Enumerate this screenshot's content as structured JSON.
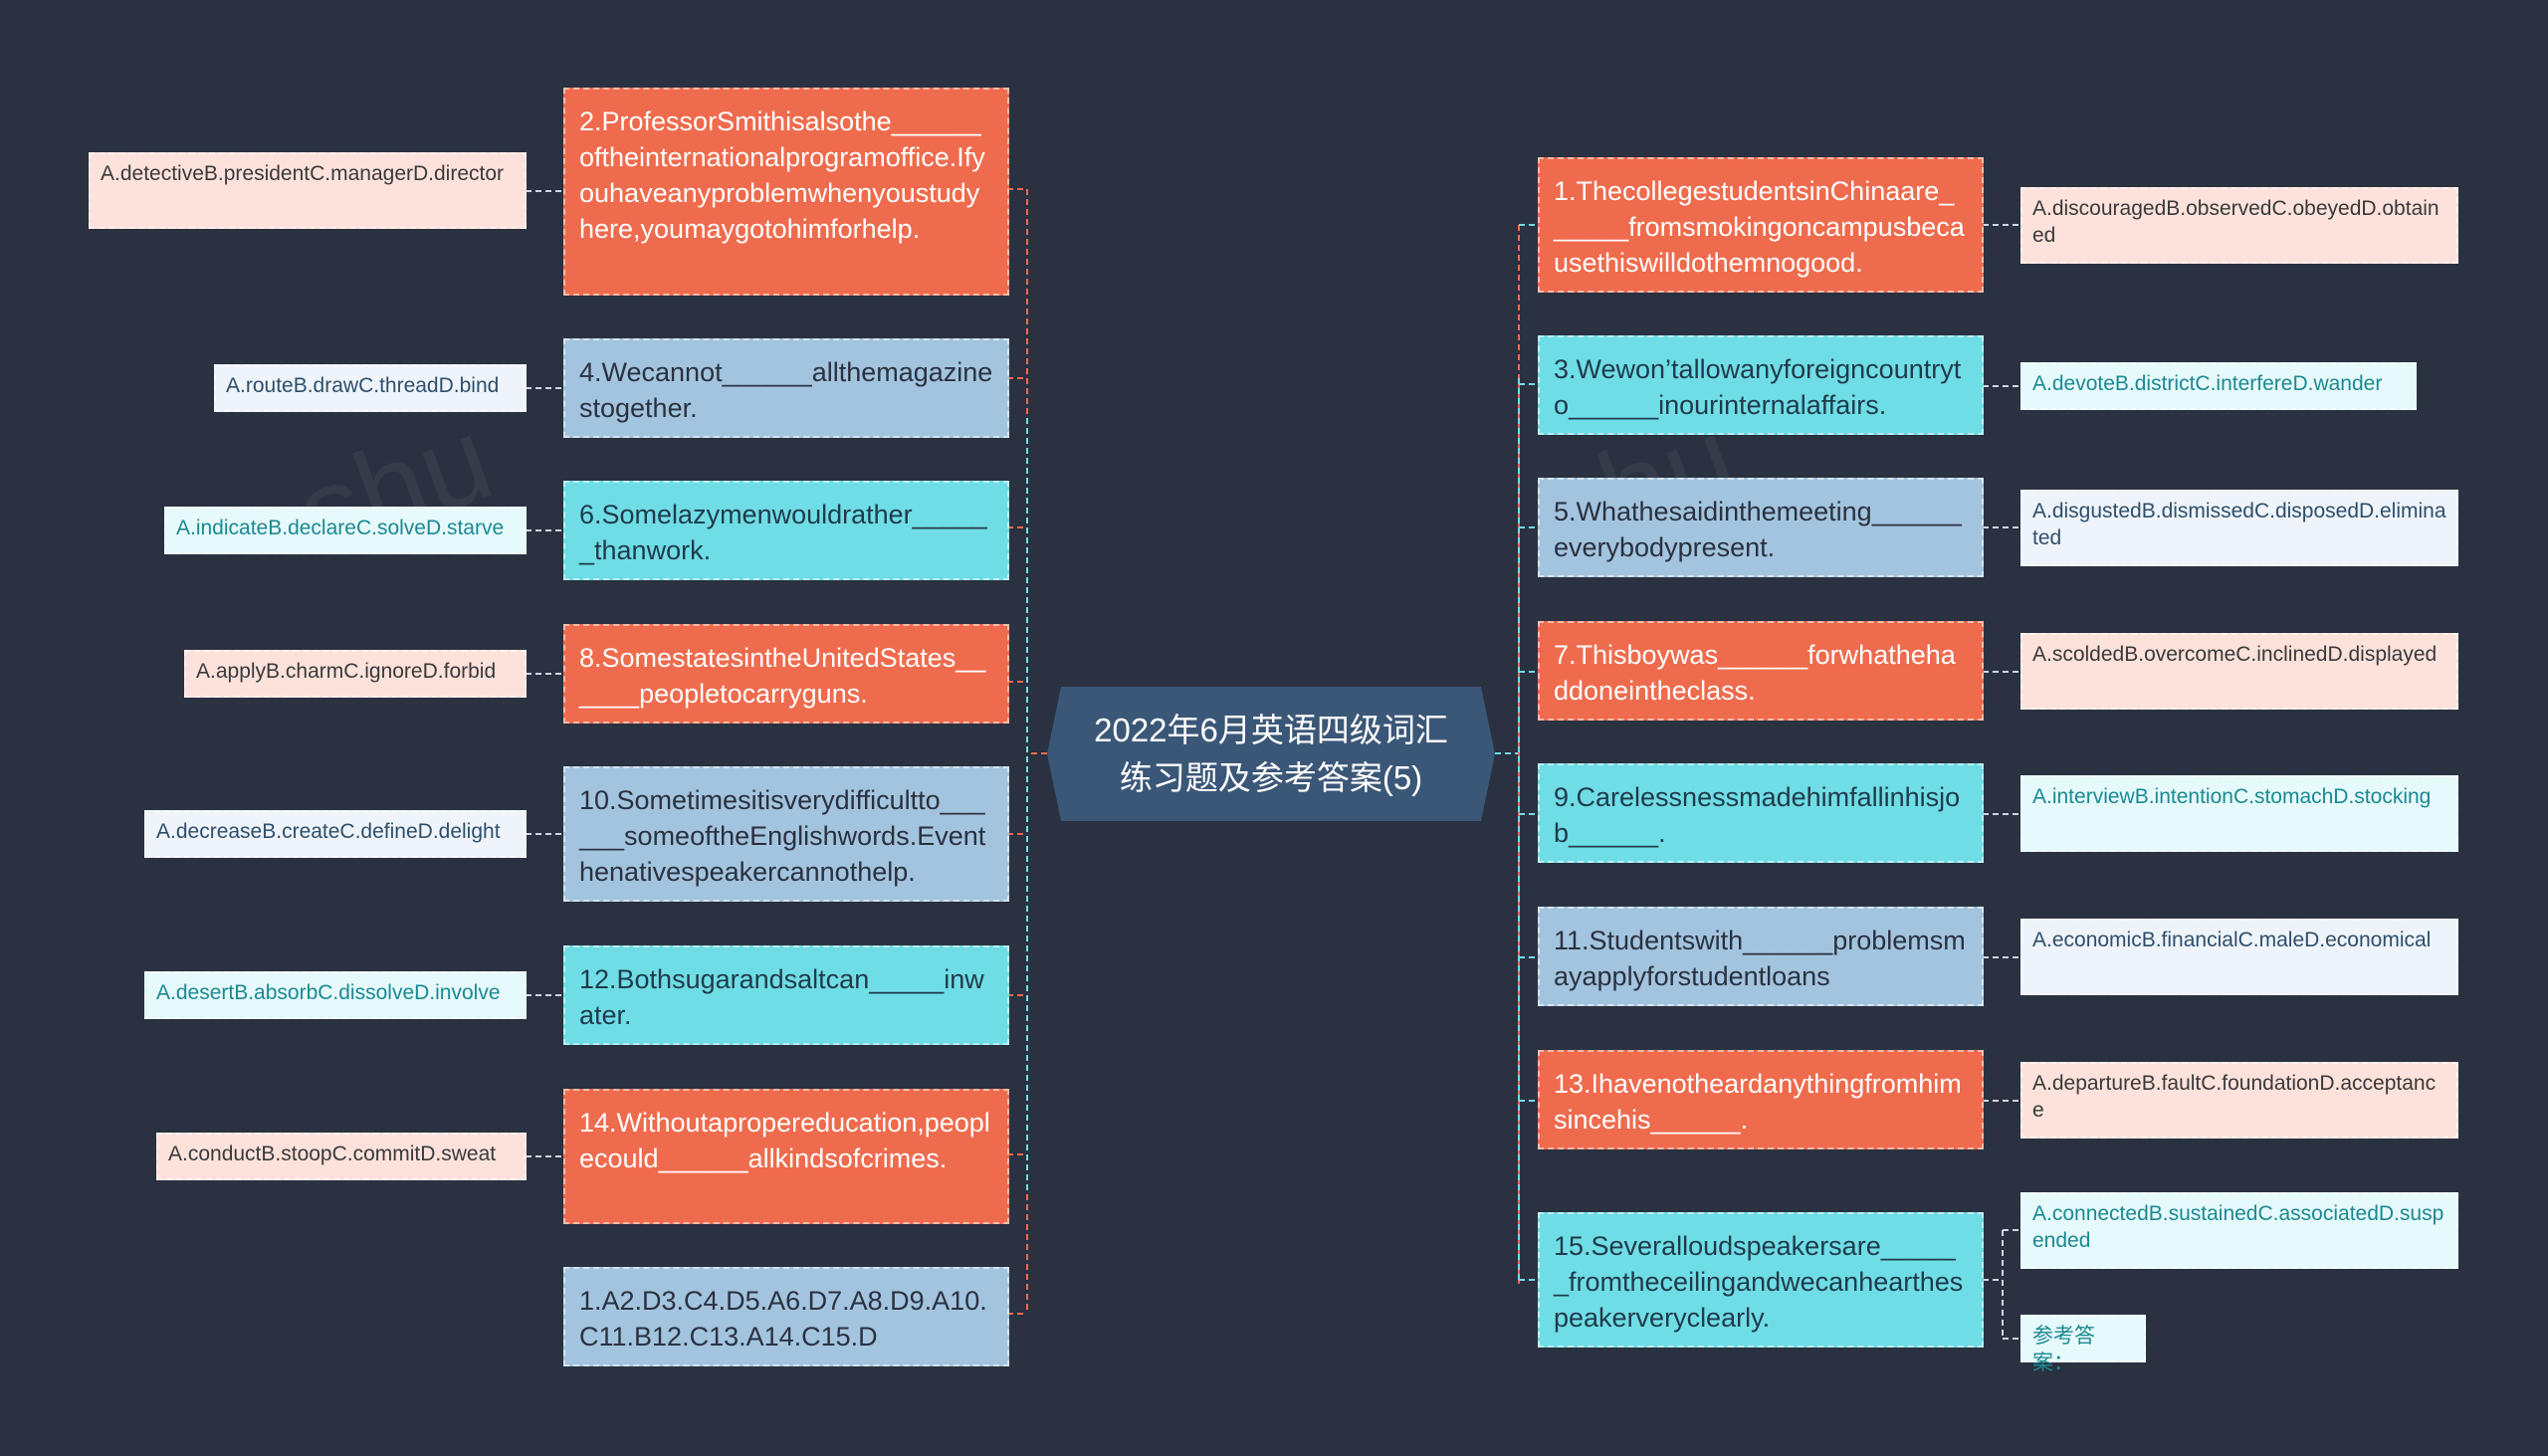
{
  "center": {
    "title": "2022年6月英语四级词汇练习题及参考答案(5)"
  },
  "left": [
    {
      "q": "2.ProfessorSmithisalsothe______oftheinternationalprogramoffice.Ifyouhaveanyproblemwhenyoustudyhere,youmaygotohimforhelp.",
      "opt": "A.detectiveB.presidentC.managerD.director"
    },
    {
      "q": "4.Wecannot______allthemagazinestogether.",
      "opt": "A.routeB.drawC.threadD.bind"
    },
    {
      "q": "6.Somelazymenwouldrather______thanwork.",
      "opt": "A.indicateB.declareC.solveD.starve"
    },
    {
      "q": "8.SomestatesintheUnitedStates______peopletocarryguns.",
      "opt": "A.applyB.charmC.ignoreD.forbid"
    },
    {
      "q": "10.Sometimesitisverydifficultto______someoftheEnglishwords.Eventhenativespeakercannothelp.",
      "opt": "A.decreaseB.createC.defineD.delight"
    },
    {
      "q": "12.Bothsugarandsaltcan_____inwater.",
      "opt": "A.desertB.absorbC.dissolveD.involve"
    },
    {
      "q": "14.Withoutapropereducation,peoplecould______allkindsofcrimes.",
      "opt": "A.conductB.stoopC.commitD.sweat"
    },
    {
      "q": "1.A2.D3.C4.D5.A6.D7.A8.D9.A10.C11.B12.C13.A14.C15.D",
      "opt": ""
    }
  ],
  "right": [
    {
      "q": "1.ThecollegestudentsinChinaare______fromsmokingoncampusbecausethiswilldothemnogood.",
      "opt": "A.discouragedB.observedC.obeyedD.obtained"
    },
    {
      "q": "3.Wewon’tallowanyforeigncountryto______inourinternalaffairs.",
      "opt": "A.devoteB.districtC.interfereD.wander"
    },
    {
      "q": "5.Whathesaidinthemeeting______everybodypresent.",
      "opt": "A.disgustedB.dismissedC.disposedD.eliminated"
    },
    {
      "q": "7.Thisboywas______forwhathehaddoneintheclass.",
      "opt": "A.scoldedB.overcomeC.inclinedD.displayed"
    },
    {
      "q": "9.Carelessnessmadehimfallinhisjob______.",
      "opt": "A.interviewB.intentionC.stomachD.stocking"
    },
    {
      "q": "11.Studentswith______problemsmayapplyforstudentloans",
      "opt": "A.economicB.financialC.maleD.economical"
    },
    {
      "q": "13.Ihavenotheardanythingfromhimsincehis______.",
      "opt": "A.departureB.faultC.foundationD.acceptance"
    },
    {
      "q": "15.Severalloudspeakersare______fromtheceilingandwecanhearthespeakerveryclearly.",
      "opt": "A.connectedB.sustainedC.associatedD.suspended",
      "opt2": "参考答案："
    }
  ],
  "colors": {
    "background": "#2a3140",
    "center": "#3b5778",
    "orange": "#ef6b4d",
    "blue": "#a3c4de",
    "cyan": "#6fdde6",
    "link_orange": "#ef6b4d",
    "link_cyan": "#6fdde6"
  }
}
